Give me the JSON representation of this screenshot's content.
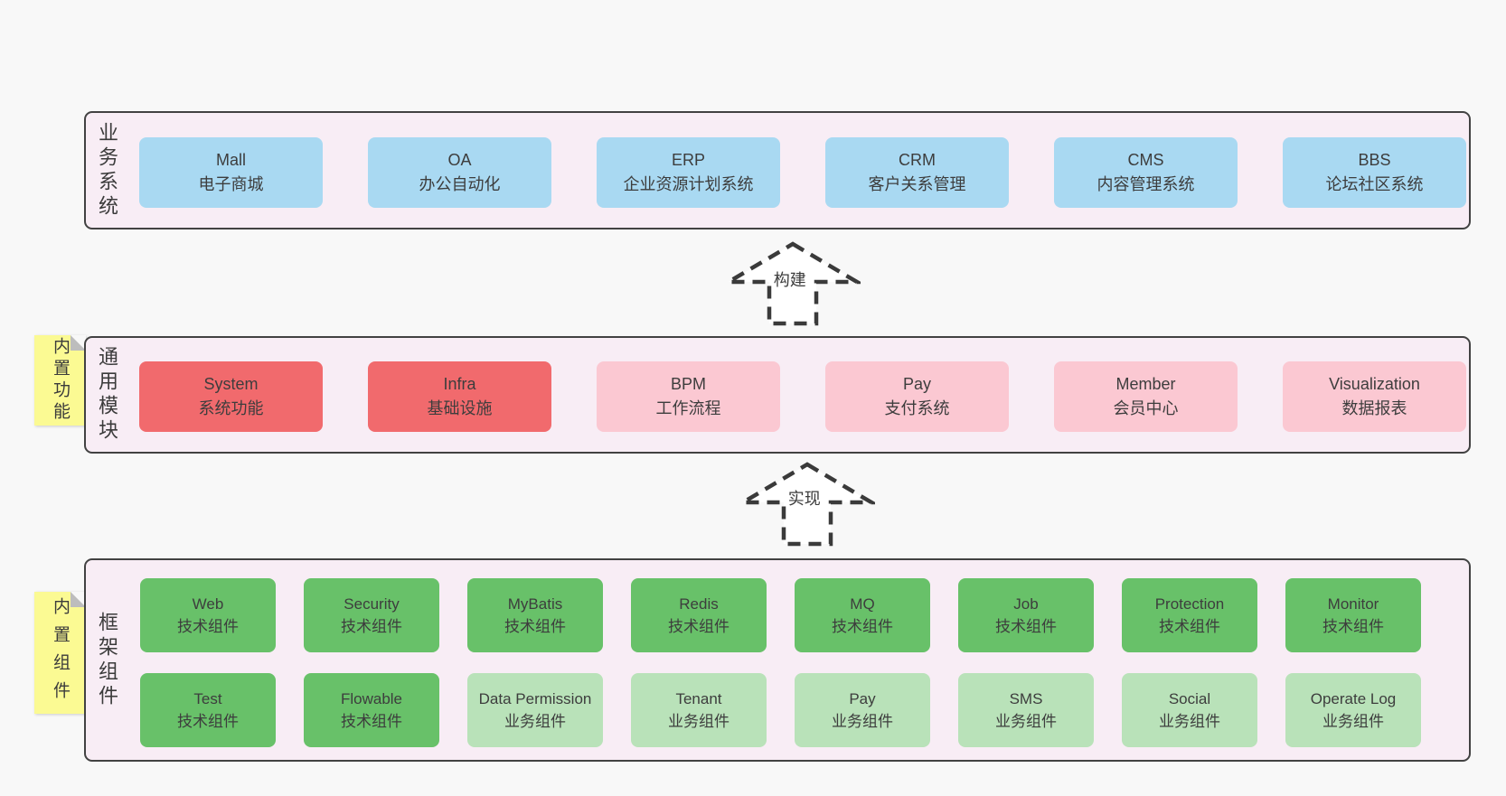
{
  "colors": {
    "page_background": "#f8f8f8",
    "band_background": "#f8edf5",
    "band_border": "#424242",
    "box_blue": "#a9d9f2",
    "box_red": "#f16a6d",
    "box_pink": "#fbc8d2",
    "box_green": "#68c169",
    "box_light_green": "#b9e2b9",
    "sticky_yellow": "#fbfa93",
    "text": "#3d3d3d"
  },
  "stickies": [
    {
      "label": "内置功能"
    },
    {
      "label": "内置组件"
    }
  ],
  "arrows": [
    {
      "label": "构建"
    },
    {
      "label": "实现"
    }
  ],
  "bands": [
    {
      "label": "业务系统",
      "boxes": [
        {
          "en": "Mall",
          "zh": "电子商城",
          "variant": "blue"
        },
        {
          "en": "OA",
          "zh": "办公自动化",
          "variant": "blue"
        },
        {
          "en": "ERP",
          "zh": "企业资源计划系统",
          "variant": "blue"
        },
        {
          "en": "CRM",
          "zh": "客户关系管理",
          "variant": "blue"
        },
        {
          "en": "CMS",
          "zh": "内容管理系统",
          "variant": "blue"
        },
        {
          "en": "BBS",
          "zh": "论坛社区系统",
          "variant": "blue"
        }
      ]
    },
    {
      "label": "通用模块",
      "boxes": [
        {
          "en": "System",
          "zh": "系统功能",
          "variant": "red"
        },
        {
          "en": "Infra",
          "zh": "基础设施",
          "variant": "red"
        },
        {
          "en": "BPM",
          "zh": "工作流程",
          "variant": "pink"
        },
        {
          "en": "Pay",
          "zh": "支付系统",
          "variant": "pink"
        },
        {
          "en": "Member",
          "zh": "会员中心",
          "variant": "pink"
        },
        {
          "en": "Visualization",
          "zh": "数据报表",
          "variant": "pink"
        }
      ]
    },
    {
      "label": "框架组件",
      "rows": [
        [
          {
            "en": "Web",
            "zh": "技术组件",
            "variant": "green"
          },
          {
            "en": "Security",
            "zh": "技术组件",
            "variant": "green"
          },
          {
            "en": "MyBatis",
            "zh": "技术组件",
            "variant": "green"
          },
          {
            "en": "Redis",
            "zh": "技术组件",
            "variant": "green"
          },
          {
            "en": "MQ",
            "zh": "技术组件",
            "variant": "green"
          },
          {
            "en": "Job",
            "zh": "技术组件",
            "variant": "green"
          },
          {
            "en": "Protection",
            "zh": "技术组件",
            "variant": "green"
          },
          {
            "en": "Monitor",
            "zh": "技术组件",
            "variant": "green"
          }
        ],
        [
          {
            "en": "Test",
            "zh": "技术组件",
            "variant": "green"
          },
          {
            "en": "Flowable",
            "zh": "技术组件",
            "variant": "green"
          },
          {
            "en": "Data Permission",
            "zh": "业务组件",
            "variant": "lightgreen"
          },
          {
            "en": "Tenant",
            "zh": "业务组件",
            "variant": "lightgreen"
          },
          {
            "en": "Pay",
            "zh": "业务组件",
            "variant": "lightgreen"
          },
          {
            "en": "SMS",
            "zh": "业务组件",
            "variant": "lightgreen"
          },
          {
            "en": "Social",
            "zh": "业务组件",
            "variant": "lightgreen"
          },
          {
            "en": "Operate Log",
            "zh": "业务组件",
            "variant": "lightgreen"
          }
        ]
      ]
    }
  ]
}
